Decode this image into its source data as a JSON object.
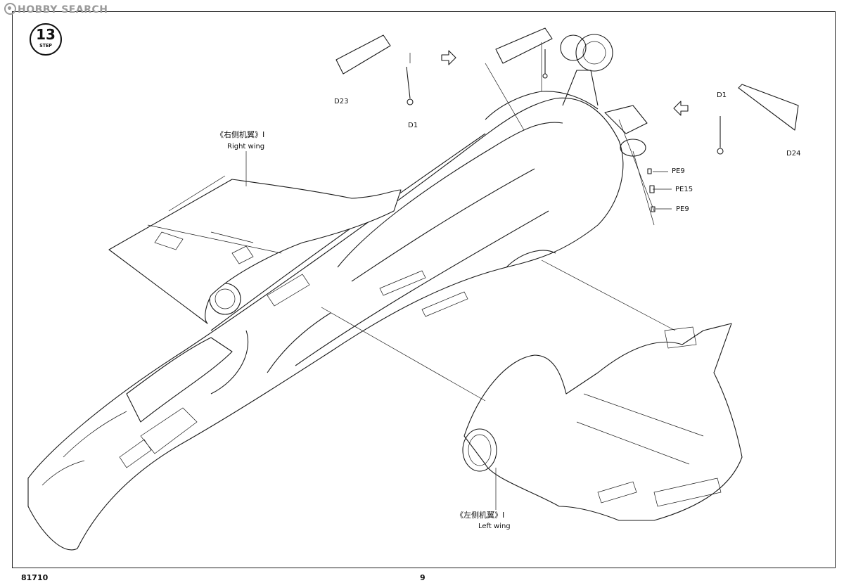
{
  "watermark": "HOBBY SEARCH",
  "step": {
    "number": "13",
    "label": "STEP"
  },
  "parts": {
    "d23": "D23",
    "d1_left": "D1",
    "d1_right": "D1",
    "d24": "D24",
    "pe9_top": "PE9",
    "pe15": "PE15",
    "pe9_bottom": "PE9"
  },
  "callouts": {
    "right_wing_cn": "《右侧机翼》I",
    "right_wing_en": "Right wing",
    "left_wing_cn": "《左侧机翼》I",
    "left_wing_en": "Left wing"
  },
  "footer": {
    "code": "81710",
    "page": "9"
  }
}
